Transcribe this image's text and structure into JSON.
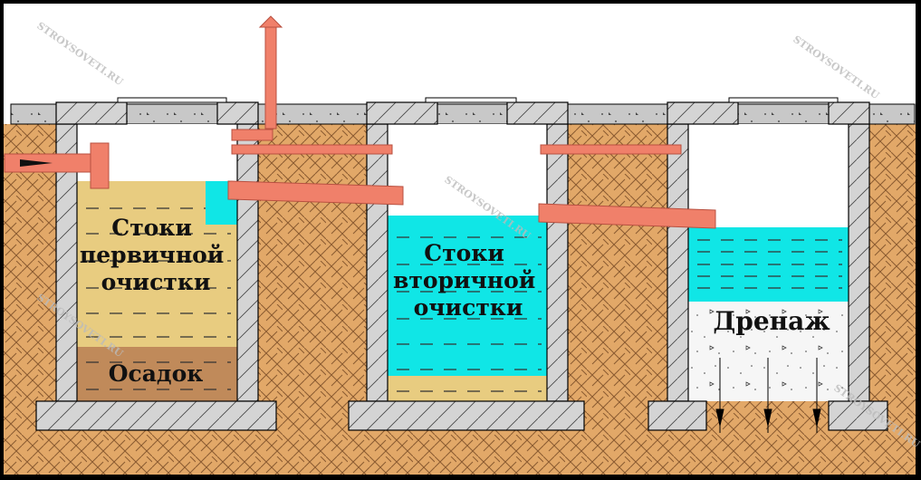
{
  "tanks": [
    {
      "name": "primary",
      "label_lines": [
        "Стоки",
        "первичной",
        "очистки"
      ],
      "sediment_label": "Осадок"
    },
    {
      "name": "secondary",
      "label_lines": [
        "Стоки",
        "вторичной",
        "очистки"
      ]
    },
    {
      "name": "drainage",
      "label": "Дренаж"
    }
  ],
  "watermark": "STROYSOVETI.RU",
  "colors": {
    "soil": "#e2a868",
    "concrete": "#d0d0d0",
    "pipe": "#f0806a",
    "primary_liquid": "#e8cc80",
    "sediment": "#c08a5a",
    "water": "#10e6e6",
    "drain": "#f6f6f6"
  }
}
